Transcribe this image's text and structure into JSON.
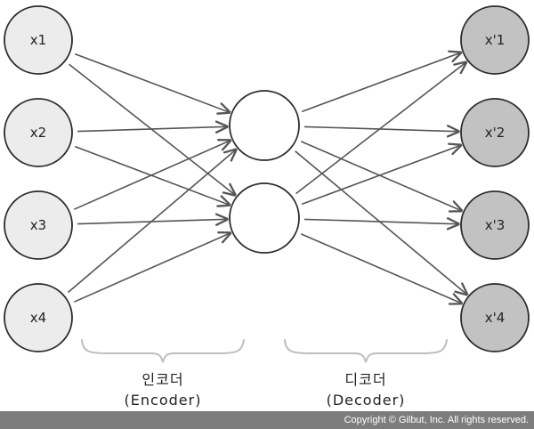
{
  "colors": {
    "input_fill": "#ececec",
    "output_fill": "#c2c2c2",
    "hidden_fill": "#ffffff",
    "stroke": "#2b2b2b",
    "edge": "#555555",
    "brace": "#bdbdbd",
    "footer_bg": "#7d7d7d"
  },
  "inputs": [
    {
      "label": "x1"
    },
    {
      "label": "x2"
    },
    {
      "label": "x3"
    },
    {
      "label": "x4"
    }
  ],
  "hidden": [
    {
      "label": ""
    },
    {
      "label": ""
    }
  ],
  "outputs": [
    {
      "label": "x'1"
    },
    {
      "label": "x'2"
    },
    {
      "label": "x'3"
    },
    {
      "label": "x'4"
    }
  ],
  "encoder": {
    "korean": "인코더",
    "english": "(Encoder)"
  },
  "decoder": {
    "korean": "디코더",
    "english": "(Decoder)"
  },
  "copyright": "Copyright © Gilbut, Inc. All rights reserved."
}
